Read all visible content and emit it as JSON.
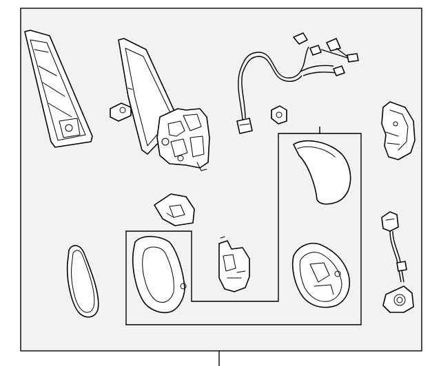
{
  "diagram": {
    "type": "exploded-parts-diagram",
    "subject": "side-mirror-assembly",
    "labels": [],
    "colors": {
      "background": "#ffffff",
      "frame": "#f2f2f2",
      "ink": "#000000"
    },
    "parts": [
      "mirror-cover-trim",
      "mirror-housing-assembly",
      "mounting-clip",
      "wiring-harness",
      "harness-connector",
      "turn-signal-lamp",
      "mirror-cap",
      "bracket",
      "mirror-glass",
      "housing-frame",
      "actuator-motor",
      "lower-housing",
      "camera-module"
    ]
  }
}
